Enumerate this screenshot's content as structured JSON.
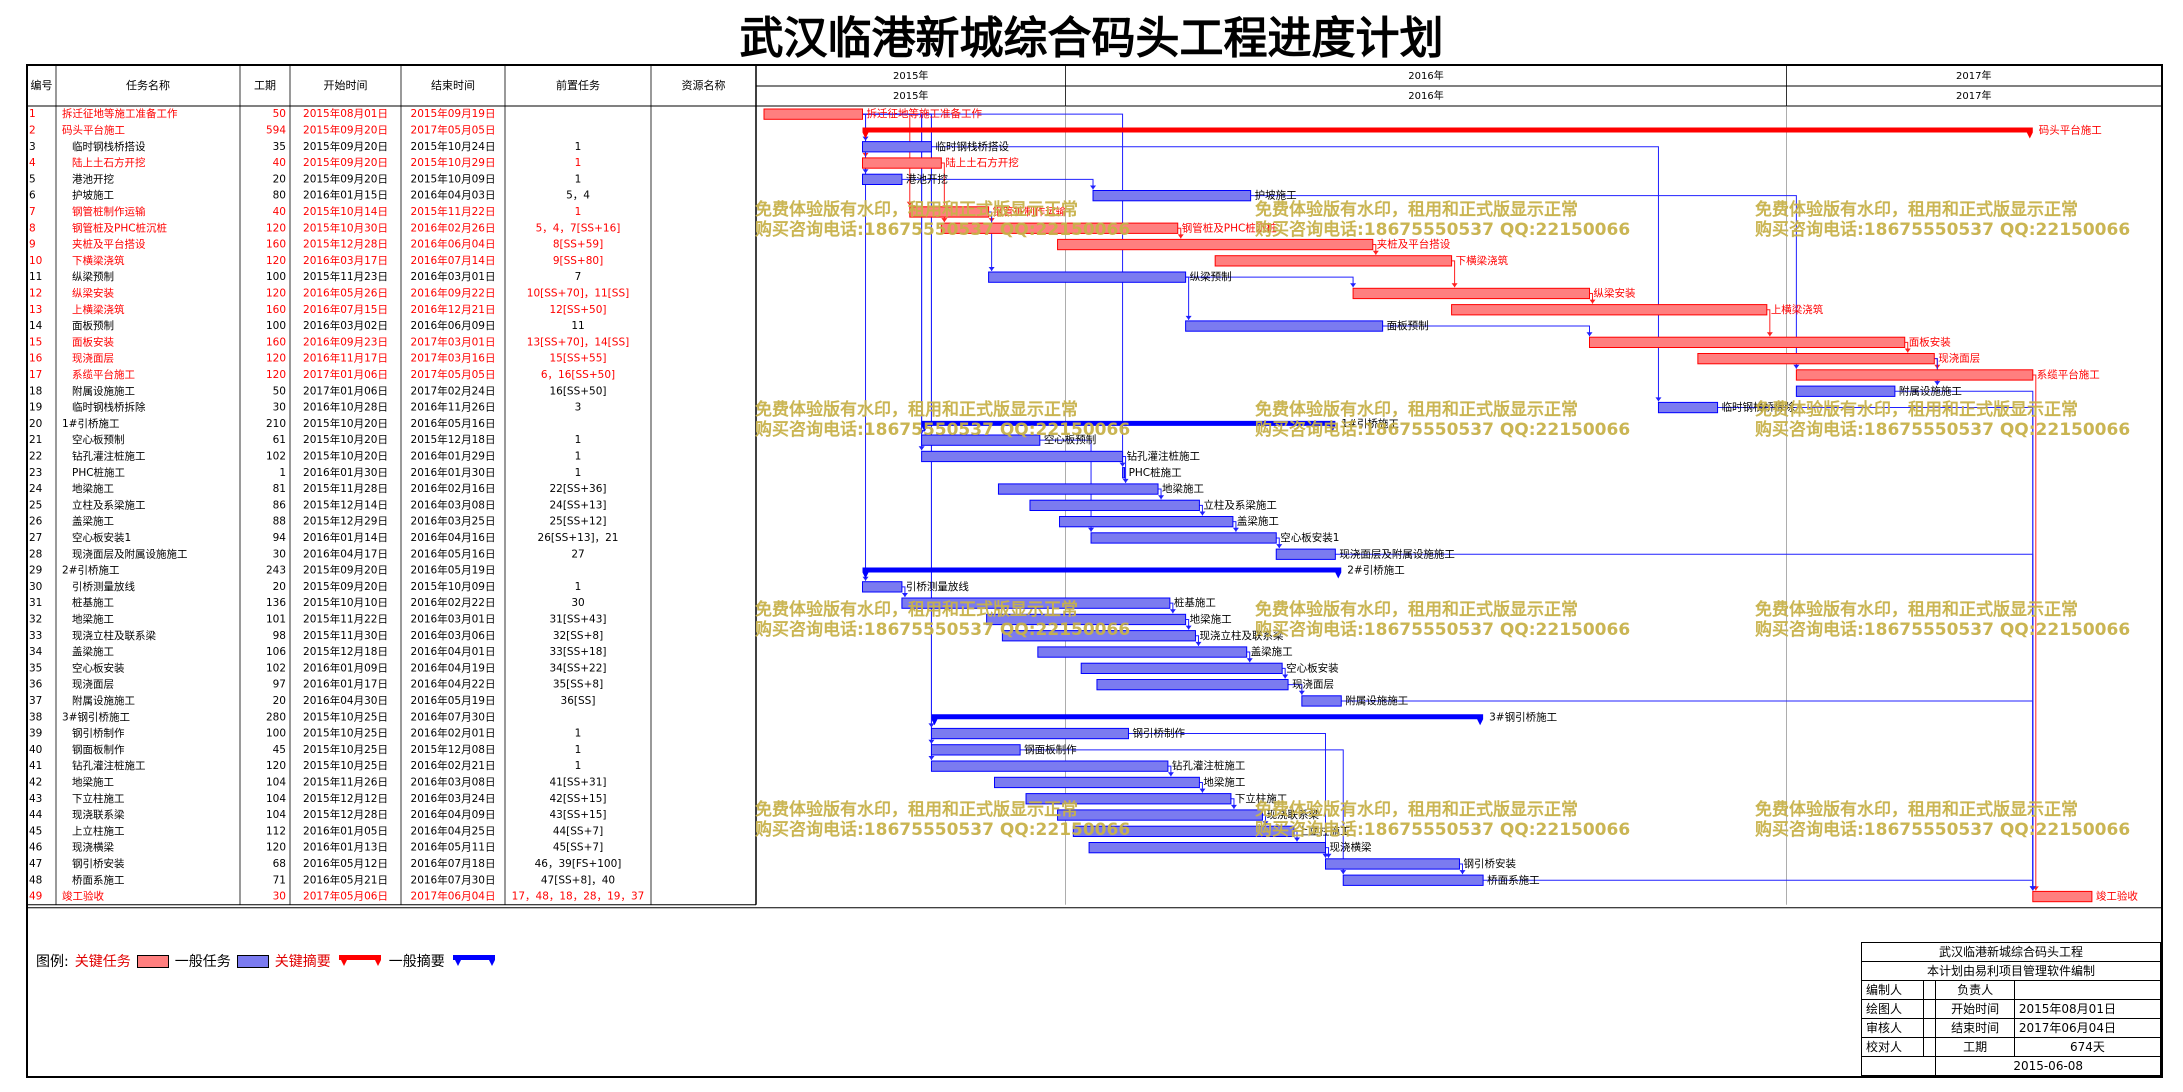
{
  "title": "武汉临港新城综合码头工程进度计划",
  "table": {
    "headers": [
      "编号",
      "任务名称",
      "工期",
      "开始时间",
      "结束时间",
      "前置任务",
      "资源名称"
    ]
  },
  "timeline": {
    "year_labels": [
      "2015年",
      "2016年",
      "2017年"
    ]
  },
  "watermark": {
    "line1": "免费体验版有水印，租用和正式版显示正常",
    "line2": "购买咨询电话:18675550537 QQ:22150066"
  },
  "colors": {
    "critical": "#ff0000",
    "critical_bar": "#ff7f7f",
    "normal_bar": "#7b7bf0",
    "summary": "#0000ff",
    "link_blue": "#2020ff",
    "link_red": "#ff2020"
  },
  "legend": {
    "label": "图例:",
    "critical_task": "关键任务",
    "normal_task": "一般任务",
    "critical_summary": "关键摘要",
    "normal_summary": "一般摘要"
  },
  "title_block": {
    "project": "武汉临港新城综合码头工程",
    "note": "本计划由易利项目管理软件编制",
    "compiler_label": "编制人",
    "responsible_label": "负责人",
    "drawer_label": "绘图人",
    "start_label": "开始时间",
    "start_value": "2015年08月01日",
    "reviewer_label": "审核人",
    "end_label": "结束时间",
    "end_value": "2017年06月04日",
    "checker_label": "校对人",
    "duration_label": "工期",
    "duration_value": "674天",
    "date": "2015-06-08"
  },
  "chart_data": {
    "type": "gantt",
    "x_axis": {
      "unit": "date",
      "range": [
        "2015-08-01",
        "2017-06-04"
      ],
      "ticks": [
        "2015年",
        "2016年",
        "2017年"
      ]
    },
    "tasks": [
      {
        "id": "1",
        "name": "拆迁征地等施工准备工作",
        "duration": "50",
        "start": "2015年08月01日",
        "end": "2015年09月19日",
        "pred": "",
        "res": "",
        "s": "2015-08-01",
        "e": "2015-09-19",
        "critical": true,
        "summary": false,
        "level": 0
      },
      {
        "id": "2",
        "name": "码头平台施工",
        "duration": "594",
        "start": "2015年09月20日",
        "end": "2017年05月05日",
        "pred": "",
        "res": "",
        "s": "2015-09-20",
        "e": "2017-05-05",
        "critical": true,
        "summary": true,
        "level": 0
      },
      {
        "id": "3",
        "name": "临时钢栈桥搭设",
        "duration": "35",
        "start": "2015年09月20日",
        "end": "2015年10月24日",
        "pred": "1",
        "res": "",
        "s": "2015-09-20",
        "e": "2015-10-24",
        "critical": false,
        "summary": false,
        "level": 1
      },
      {
        "id": "4",
        "name": "陆上土石方开挖",
        "duration": "40",
        "start": "2015年09月20日",
        "end": "2015年10月29日",
        "pred": "1",
        "res": "",
        "s": "2015-09-20",
        "e": "2015-10-29",
        "critical": true,
        "summary": false,
        "level": 1
      },
      {
        "id": "5",
        "name": "港池开挖",
        "duration": "20",
        "start": "2015年09月20日",
        "end": "2015年10月09日",
        "pred": "1",
        "res": "",
        "s": "2015-09-20",
        "e": "2015-10-09",
        "critical": false,
        "summary": false,
        "level": 1
      },
      {
        "id": "6",
        "name": "护坡施工",
        "duration": "80",
        "start": "2016年01月15日",
        "end": "2016年04月03日",
        "pred": "5，4",
        "res": "",
        "s": "2016-01-15",
        "e": "2016-04-03",
        "critical": false,
        "summary": false,
        "level": 1
      },
      {
        "id": "7",
        "name": "钢管桩制作运输",
        "duration": "40",
        "start": "2015年10月14日",
        "end": "2015年11月22日",
        "pred": "1",
        "res": "",
        "s": "2015-10-14",
        "e": "2015-11-22",
        "critical": true,
        "summary": false,
        "level": 1
      },
      {
        "id": "8",
        "name": "钢管桩及PHC桩沉桩",
        "duration": "120",
        "start": "2015年10月30日",
        "end": "2016年02月26日",
        "pred": "5，4，7[SS+16]",
        "res": "",
        "s": "2015-10-30",
        "e": "2016-02-26",
        "critical": true,
        "summary": false,
        "level": 1
      },
      {
        "id": "9",
        "name": "夹桩及平台搭设",
        "duration": "160",
        "start": "2015年12月28日",
        "end": "2016年06月04日",
        "pred": "8[SS+59]",
        "res": "",
        "s": "2015-12-28",
        "e": "2016-06-04",
        "critical": true,
        "summary": false,
        "level": 1
      },
      {
        "id": "10",
        "name": "下横梁浇筑",
        "duration": "120",
        "start": "2016年03月17日",
        "end": "2016年07月14日",
        "pred": "9[SS+80]",
        "res": "",
        "s": "2016-03-17",
        "e": "2016-07-14",
        "critical": true,
        "summary": false,
        "level": 1
      },
      {
        "id": "11",
        "name": "纵梁预制",
        "duration": "100",
        "start": "2015年11月23日",
        "end": "2016年03月01日",
        "pred": "7",
        "res": "",
        "s": "2015-11-23",
        "e": "2016-03-01",
        "critical": false,
        "summary": false,
        "level": 1
      },
      {
        "id": "12",
        "name": "纵梁安装",
        "duration": "120",
        "start": "2016年05月26日",
        "end": "2016年09月22日",
        "pred": "10[SS+70]，11[SS]",
        "res": "",
        "s": "2016-05-26",
        "e": "2016-09-22",
        "critical": true,
        "summary": false,
        "level": 1
      },
      {
        "id": "13",
        "name": "上横梁浇筑",
        "duration": "160",
        "start": "2016年07月15日",
        "end": "2016年12月21日",
        "pred": "12[SS+50]",
        "res": "",
        "s": "2016-07-15",
        "e": "2016-12-21",
        "critical": true,
        "summary": false,
        "level": 1
      },
      {
        "id": "14",
        "name": "面板预制",
        "duration": "100",
        "start": "2016年03月02日",
        "end": "2016年06月09日",
        "pred": "11",
        "res": "",
        "s": "2016-03-02",
        "e": "2016-06-09",
        "critical": false,
        "summary": false,
        "level": 1
      },
      {
        "id": "15",
        "name": "面板安装",
        "duration": "160",
        "start": "2016年09月23日",
        "end": "2017年03月01日",
        "pred": "13[SS+70]，14[SS]",
        "res": "",
        "s": "2016-09-23",
        "e": "2017-03-01",
        "critical": true,
        "summary": false,
        "level": 1
      },
      {
        "id": "16",
        "name": "现浇面层",
        "duration": "120",
        "start": "2016年11月17日",
        "end": "2017年03月16日",
        "pred": "15[SS+55]",
        "res": "",
        "s": "2016-11-17",
        "e": "2017-03-16",
        "critical": true,
        "summary": false,
        "level": 1
      },
      {
        "id": "17",
        "name": "系缆平台施工",
        "duration": "120",
        "start": "2017年01月06日",
        "end": "2017年05月05日",
        "pred": "6，16[SS+50]",
        "res": "",
        "s": "2017-01-06",
        "e": "2017-05-05",
        "critical": true,
        "summary": false,
        "level": 1
      },
      {
        "id": "18",
        "name": "附属设施施工",
        "duration": "50",
        "start": "2017年01月06日",
        "end": "2017年02月24日",
        "pred": "16[SS+50]",
        "res": "",
        "s": "2017-01-06",
        "e": "2017-02-24",
        "critical": false,
        "summary": false,
        "level": 1
      },
      {
        "id": "19",
        "name": "临时钢栈桥拆除",
        "duration": "30",
        "start": "2016年10月28日",
        "end": "2016年11月26日",
        "pred": "3",
        "res": "",
        "s": "2016-10-28",
        "e": "2016-11-26",
        "critical": false,
        "summary": false,
        "level": 1
      },
      {
        "id": "20",
        "name": "1#引桥施工",
        "duration": "210",
        "start": "2015年10月20日",
        "end": "2016年05月16日",
        "pred": "",
        "res": "",
        "s": "2015-10-20",
        "e": "2016-05-16",
        "critical": false,
        "summary": true,
        "level": 0
      },
      {
        "id": "21",
        "name": "空心板预制",
        "duration": "61",
        "start": "2015年10月20日",
        "end": "2015年12月18日",
        "pred": "1",
        "res": "",
        "s": "2015-10-20",
        "e": "2015-12-18",
        "critical": false,
        "summary": false,
        "level": 1
      },
      {
        "id": "22",
        "name": "钻孔灌注桩施工",
        "duration": "102",
        "start": "2015年10月20日",
        "end": "2016年01月29日",
        "pred": "1",
        "res": "",
        "s": "2015-10-20",
        "e": "2016-01-29",
        "critical": false,
        "summary": false,
        "level": 1
      },
      {
        "id": "23",
        "name": "PHC桩施工",
        "duration": "1",
        "start": "2016年01月30日",
        "end": "2016年01月30日",
        "pred": "1",
        "res": "",
        "s": "2016-01-30",
        "e": "2016-01-30",
        "critical": false,
        "summary": false,
        "level": 1
      },
      {
        "id": "24",
        "name": "地梁施工",
        "duration": "81",
        "start": "2015年11月28日",
        "end": "2016年02月16日",
        "pred": "22[SS+36]",
        "res": "",
        "s": "2015-11-28",
        "e": "2016-02-16",
        "critical": false,
        "summary": false,
        "level": 1
      },
      {
        "id": "25",
        "name": "立柱及系梁施工",
        "duration": "86",
        "start": "2015年12月14日",
        "end": "2016年03月08日",
        "pred": "24[SS+13]",
        "res": "",
        "s": "2015-12-14",
        "e": "2016-03-08",
        "critical": false,
        "summary": false,
        "level": 1
      },
      {
        "id": "26",
        "name": "盖梁施工",
        "duration": "88",
        "start": "2015年12月29日",
        "end": "2016年03月25日",
        "pred": "25[SS+12]",
        "res": "",
        "s": "2015-12-29",
        "e": "2016-03-25",
        "critical": false,
        "summary": false,
        "level": 1
      },
      {
        "id": "27",
        "name": "空心板安装1",
        "duration": "94",
        "start": "2016年01月14日",
        "end": "2016年04月16日",
        "pred": "26[SS+13]，21",
        "res": "",
        "s": "2016-01-14",
        "e": "2016-04-16",
        "critical": false,
        "summary": false,
        "level": 1
      },
      {
        "id": "28",
        "name": "现浇面层及附属设施施工",
        "duration": "30",
        "start": "2016年04月17日",
        "end": "2016年05月16日",
        "pred": "27",
        "res": "",
        "s": "2016-04-17",
        "e": "2016-05-16",
        "critical": false,
        "summary": false,
        "level": 1
      },
      {
        "id": "29",
        "name": "2#引桥施工",
        "duration": "243",
        "start": "2015年09月20日",
        "end": "2016年05月19日",
        "pred": "",
        "res": "",
        "s": "2015-09-20",
        "e": "2016-05-19",
        "critical": false,
        "summary": true,
        "level": 0
      },
      {
        "id": "30",
        "name": "引桥测量放线",
        "duration": "20",
        "start": "2015年09月20日",
        "end": "2015年10月09日",
        "pred": "1",
        "res": "",
        "s": "2015-09-20",
        "e": "2015-10-09",
        "critical": false,
        "summary": false,
        "level": 1
      },
      {
        "id": "31",
        "name": "桩基施工",
        "duration": "136",
        "start": "2015年10月10日",
        "end": "2016年02月22日",
        "pred": "30",
        "res": "",
        "s": "2015-10-10",
        "e": "2016-02-22",
        "critical": false,
        "summary": false,
        "level": 1
      },
      {
        "id": "32",
        "name": "地梁施工",
        "duration": "101",
        "start": "2015年11月22日",
        "end": "2016年03月01日",
        "pred": "31[SS+43]",
        "res": "",
        "s": "2015-11-22",
        "e": "2016-03-01",
        "critical": false,
        "summary": false,
        "level": 1
      },
      {
        "id": "33",
        "name": "现浇立柱及联系梁",
        "duration": "98",
        "start": "2015年11月30日",
        "end": "2016年03月06日",
        "pred": "32[SS+8]",
        "res": "",
        "s": "2015-11-30",
        "e": "2016-03-06",
        "critical": false,
        "summary": false,
        "level": 1
      },
      {
        "id": "34",
        "name": "盖梁施工",
        "duration": "106",
        "start": "2015年12月18日",
        "end": "2016年04月01日",
        "pred": "33[SS+18]",
        "res": "",
        "s": "2015-12-18",
        "e": "2016-04-01",
        "critical": false,
        "summary": false,
        "level": 1
      },
      {
        "id": "35",
        "name": "空心板安装",
        "duration": "102",
        "start": "2016年01月09日",
        "end": "2016年04月19日",
        "pred": "34[SS+22]",
        "res": "",
        "s": "2016-01-09",
        "e": "2016-04-19",
        "critical": false,
        "summary": false,
        "level": 1
      },
      {
        "id": "36",
        "name": "现浇面层",
        "duration": "97",
        "start": "2016年01月17日",
        "end": "2016年04月22日",
        "pred": "35[SS+8]",
        "res": "",
        "s": "2016-01-17",
        "e": "2016-04-22",
        "critical": false,
        "summary": false,
        "level": 1
      },
      {
        "id": "37",
        "name": "附属设施施工",
        "duration": "20",
        "start": "2016年04月30日",
        "end": "2016年05月19日",
        "pred": "36[SS]",
        "res": "",
        "s": "2016-04-30",
        "e": "2016-05-19",
        "critical": false,
        "summary": false,
        "level": 1
      },
      {
        "id": "38",
        "name": "3#钢引桥施工",
        "duration": "280",
        "start": "2015年10月25日",
        "end": "2016年07月30日",
        "pred": "",
        "res": "",
        "s": "2015-10-25",
        "e": "2016-07-30",
        "critical": false,
        "summary": true,
        "level": 0
      },
      {
        "id": "39",
        "name": "钢引桥制作",
        "duration": "100",
        "start": "2015年10月25日",
        "end": "2016年02月01日",
        "pred": "1",
        "res": "",
        "s": "2015-10-25",
        "e": "2016-02-01",
        "critical": false,
        "summary": false,
        "level": 1
      },
      {
        "id": "40",
        "name": "钢面板制作",
        "duration": "45",
        "start": "2015年10月25日",
        "end": "2015年12月08日",
        "pred": "1",
        "res": "",
        "s": "2015-10-25",
        "e": "2015-12-08",
        "critical": false,
        "summary": false,
        "level": 1
      },
      {
        "id": "41",
        "name": "钻孔灌注桩施工",
        "duration": "120",
        "start": "2015年10月25日",
        "end": "2016年02月21日",
        "pred": "1",
        "res": "",
        "s": "2015-10-25",
        "e": "2016-02-21",
        "critical": false,
        "summary": false,
        "level": 1
      },
      {
        "id": "42",
        "name": "地梁施工",
        "duration": "104",
        "start": "2015年11月26日",
        "end": "2016年03月08日",
        "pred": "41[SS+31]",
        "res": "",
        "s": "2015-11-26",
        "e": "2016-03-08",
        "critical": false,
        "summary": false,
        "level": 1
      },
      {
        "id": "43",
        "name": "下立柱施工",
        "duration": "104",
        "start": "2015年12月12日",
        "end": "2016年03月24日",
        "pred": "42[SS+15]",
        "res": "",
        "s": "2015-12-12",
        "e": "2016-03-24",
        "critical": false,
        "summary": false,
        "level": 1
      },
      {
        "id": "44",
        "name": "现浇联系梁",
        "duration": "104",
        "start": "2015年12月28日",
        "end": "2016年04月09日",
        "pred": "43[SS+15]",
        "res": "",
        "s": "2015-12-28",
        "e": "2016-04-09",
        "critical": false,
        "summary": false,
        "level": 1
      },
      {
        "id": "45",
        "name": "上立柱施工",
        "duration": "112",
        "start": "2016年01月05日",
        "end": "2016年04月25日",
        "pred": "44[SS+7]",
        "res": "",
        "s": "2016-01-05",
        "e": "2016-04-25",
        "critical": false,
        "summary": false,
        "level": 1
      },
      {
        "id": "46",
        "name": "现浇横梁",
        "duration": "120",
        "start": "2016年01月13日",
        "end": "2016年05月11日",
        "pred": "45[SS+7]",
        "res": "",
        "s": "2016-01-13",
        "e": "2016-05-11",
        "critical": false,
        "summary": false,
        "level": 1
      },
      {
        "id": "47",
        "name": "钢引桥安装",
        "duration": "68",
        "start": "2016年05月12日",
        "end": "2016年07月18日",
        "pred": "46，39[FS+100]",
        "res": "",
        "s": "2016-05-12",
        "e": "2016-07-18",
        "critical": false,
        "summary": false,
        "level": 1
      },
      {
        "id": "48",
        "name": "桥面系施工",
        "duration": "71",
        "start": "2016年05月21日",
        "end": "2016年07月30日",
        "pred": "47[SS+8]，40",
        "res": "",
        "s": "2016-05-21",
        "e": "2016-07-30",
        "critical": false,
        "summary": false,
        "level": 1
      },
      {
        "id": "49",
        "name": "竣工验收",
        "duration": "30",
        "start": "2017年05月06日",
        "end": "2017年06月04日",
        "pred": "17，48，18，28，19，37",
        "res": "",
        "s": "2017-05-06",
        "e": "2017-06-04",
        "critical": true,
        "summary": false,
        "level": 0
      }
    ],
    "links": [
      [
        "1",
        "3"
      ],
      [
        "1",
        "4"
      ],
      [
        "1",
        "5"
      ],
      [
        "1",
        "7"
      ],
      [
        "5",
        "6"
      ],
      [
        "4",
        "8"
      ],
      [
        "7",
        "8"
      ],
      [
        "8",
        "9"
      ],
      [
        "9",
        "10"
      ],
      [
        "7",
        "11"
      ],
      [
        "10",
        "12"
      ],
      [
        "11",
        "12"
      ],
      [
        "12",
        "13"
      ],
      [
        "11",
        "14"
      ],
      [
        "13",
        "15"
      ],
      [
        "14",
        "15"
      ],
      [
        "15",
        "16"
      ],
      [
        "6",
        "17"
      ],
      [
        "16",
        "17"
      ],
      [
        "16",
        "18"
      ],
      [
        "3",
        "19"
      ],
      [
        "1",
        "21"
      ],
      [
        "1",
        "22"
      ],
      [
        "1",
        "23"
      ],
      [
        "22",
        "24"
      ],
      [
        "24",
        "25"
      ],
      [
        "25",
        "26"
      ],
      [
        "26",
        "27"
      ],
      [
        "21",
        "27"
      ],
      [
        "27",
        "28"
      ],
      [
        "1",
        "30"
      ],
      [
        "30",
        "31"
      ],
      [
        "31",
        "32"
      ],
      [
        "32",
        "33"
      ],
      [
        "33",
        "34"
      ],
      [
        "34",
        "35"
      ],
      [
        "35",
        "36"
      ],
      [
        "36",
        "37"
      ],
      [
        "1",
        "39"
      ],
      [
        "1",
        "40"
      ],
      [
        "1",
        "41"
      ],
      [
        "41",
        "42"
      ],
      [
        "42",
        "43"
      ],
      [
        "43",
        "44"
      ],
      [
        "44",
        "45"
      ],
      [
        "45",
        "46"
      ],
      [
        "46",
        "47"
      ],
      [
        "39",
        "47"
      ],
      [
        "47",
        "48"
      ],
      [
        "40",
        "48"
      ],
      [
        "17",
        "49"
      ],
      [
        "48",
        "49"
      ],
      [
        "18",
        "49"
      ],
      [
        "28",
        "49"
      ],
      [
        "19",
        "49"
      ],
      [
        "37",
        "49"
      ]
    ]
  }
}
